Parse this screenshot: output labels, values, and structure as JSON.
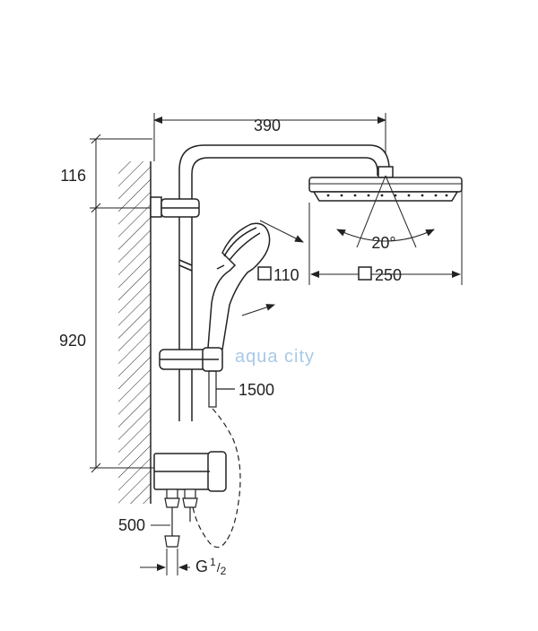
{
  "dimensions": {
    "overall_width": "390",
    "arm_drop": "116",
    "rail_height": "920",
    "hose_length": "1500",
    "hand_shower_size": "110",
    "head_shower_size": "250",
    "head_tilt_angle": "20°",
    "inlet_center": "500",
    "thread": "G",
    "thread_num": "1",
    "thread_den": "2"
  },
  "watermark": "aqua city",
  "colors": {
    "line": "#222222",
    "watermark": "#a9c9e6"
  }
}
